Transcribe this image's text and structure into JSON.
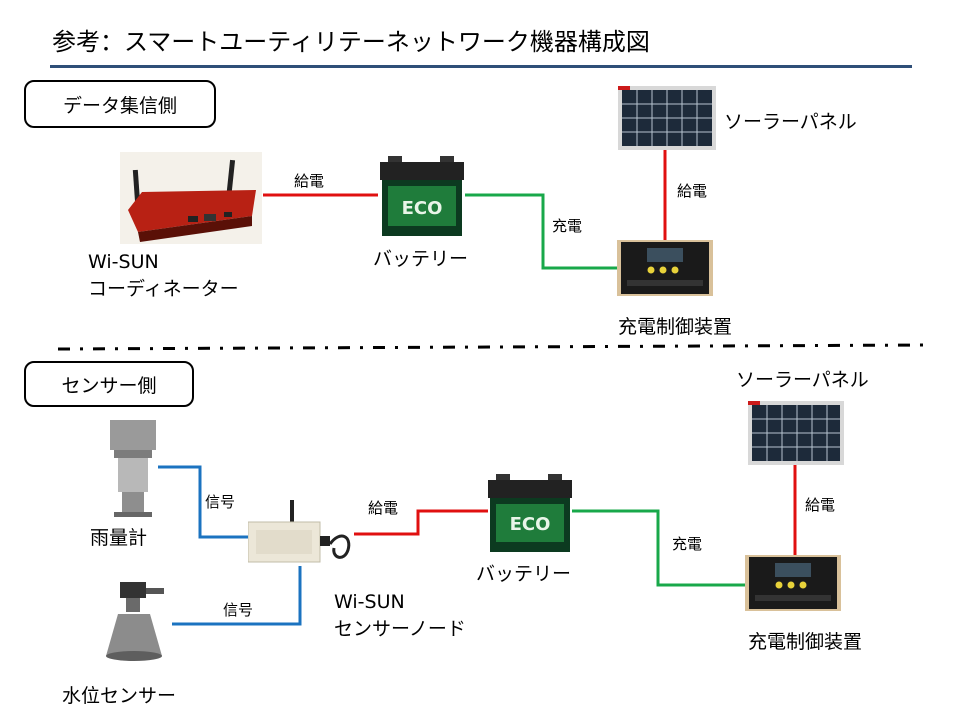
{
  "title": "参考：スマートユーティリテーネットワーク機器構成図",
  "colors": {
    "power_line": "#e01010",
    "charge_line": "#18a84a",
    "signal_line": "#1b73c0",
    "title_rule": "#2f4f78"
  },
  "data_side": {
    "section_label": "データ集信側",
    "coordinator_label_1": "Wi-SUN",
    "coordinator_label_2": "コーディネーター",
    "battery_label": "バッテリー",
    "solar_label": "ソーラーパネル",
    "controller_label": "充電制御装置",
    "feed_label_1": "給電",
    "feed_label_2": "給電",
    "charge_label": "充電"
  },
  "sensor_side": {
    "section_label": "センサー側",
    "rain_gauge_label": "雨量計",
    "water_level_label": "水位センサー",
    "node_label_1": "Wi-SUN",
    "node_label_2": "センサーノード",
    "battery_label": "バッテリー",
    "solar_label": "ソーラーパネル",
    "controller_label": "充電制御装置",
    "signal_label_1": "信号",
    "signal_label_2": "信号",
    "feed_label_1": "給電",
    "feed_label_2": "給電",
    "charge_label": "充電"
  }
}
